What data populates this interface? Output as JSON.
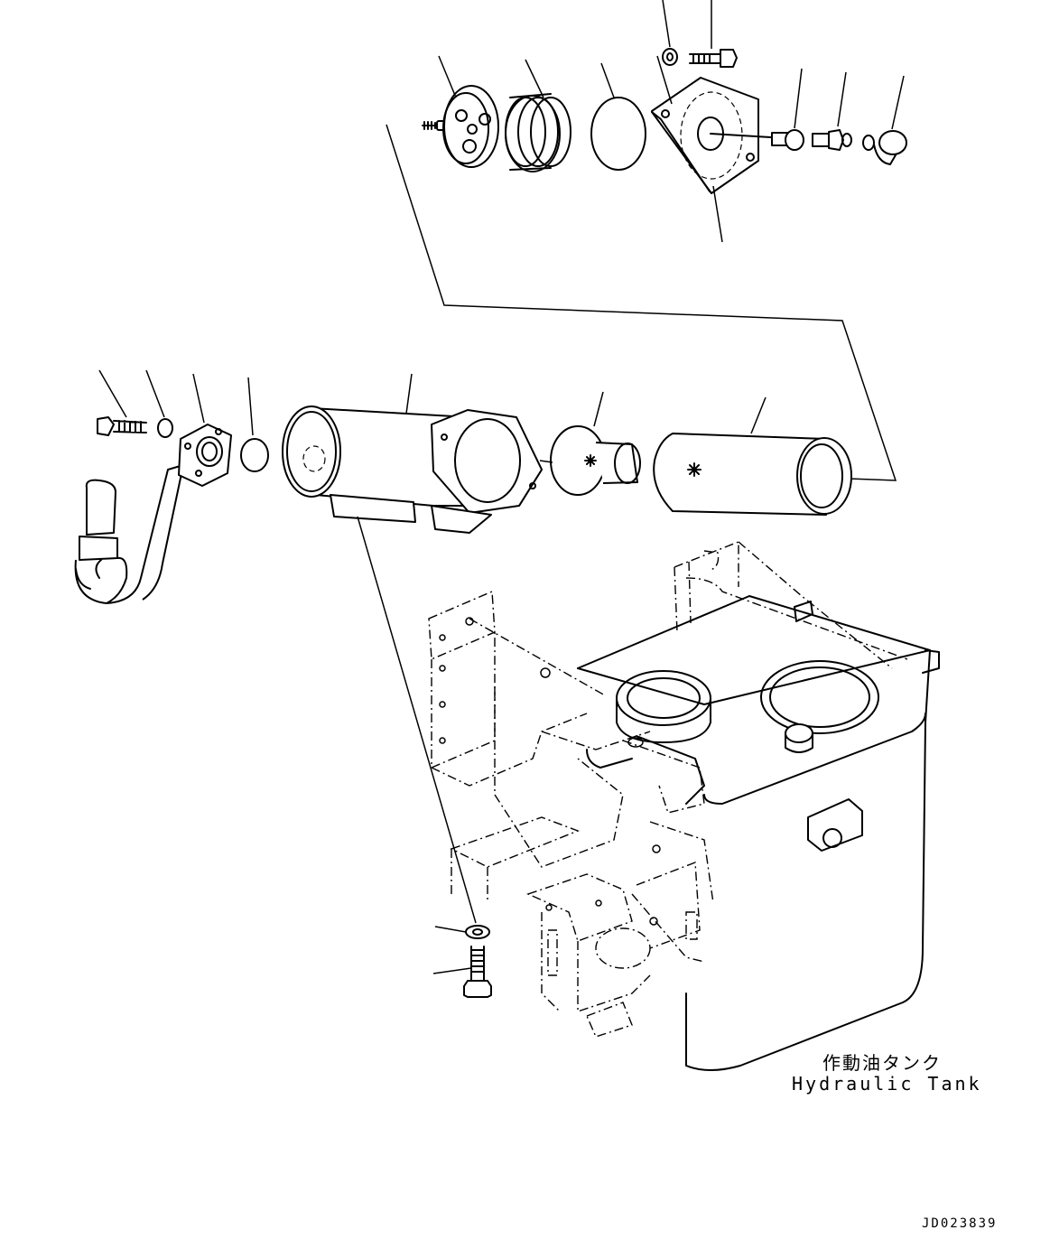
{
  "annotation": {
    "tank_label_jp": "作動油タンク",
    "tank_label_en": "Hydraulic Tank"
  },
  "drawing_number": "JD023839"
}
